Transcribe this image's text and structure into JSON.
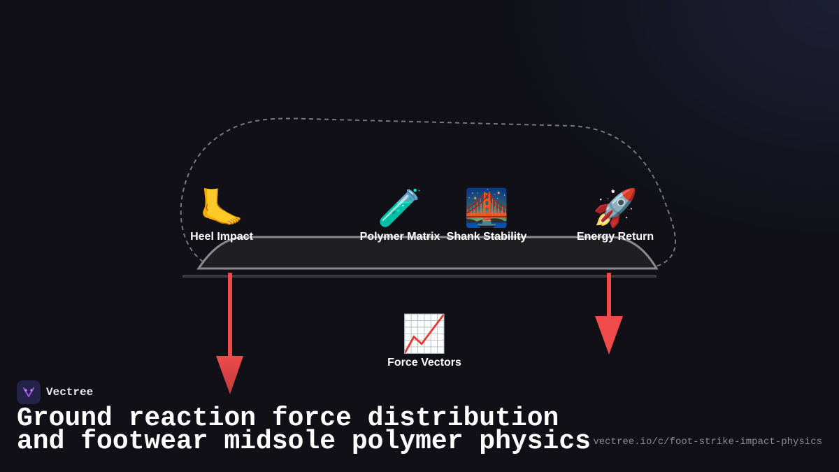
{
  "nodes": [
    {
      "icon": "🦶",
      "icon_name": "foot-icon",
      "label": "Heel Impact"
    },
    {
      "icon": "🧪",
      "icon_name": "test-tube-icon",
      "label": "Polymer Matrix"
    },
    {
      "icon": "🌉",
      "icon_name": "bridge-icon",
      "label": "Shank Stability"
    },
    {
      "icon": "🚀",
      "icon_name": "rocket-icon",
      "label": "Energy Return"
    },
    {
      "icon": "📈",
      "icon_name": "chart-increasing-icon",
      "label": "Force Vectors"
    }
  ],
  "colors": {
    "arrow": "#f04a4a",
    "midsole_fill": "#1f1f22",
    "midsole_stroke": "#8a8a8e",
    "outline": "#77777d",
    "accent": "#9b4dde"
  },
  "brand": {
    "name": "Vectree"
  },
  "title": "Ground reaction force distribution and footwear midsole polymer physics",
  "url": "vectree.io/c/foot-strike-impact-physics"
}
